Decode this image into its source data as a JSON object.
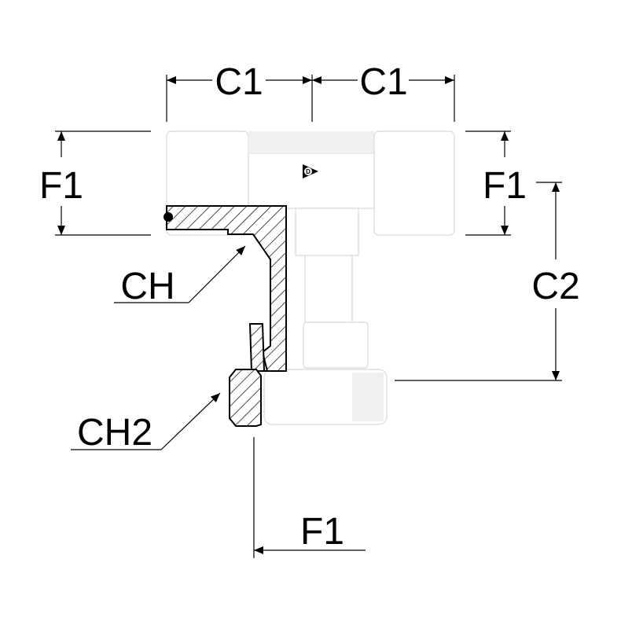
{
  "labels": {
    "c1_left": "C1",
    "c1_right": "C1",
    "f1_left": "F1",
    "f1_right": "F1",
    "c2": "C2",
    "ch": "CH",
    "ch2": "CH2",
    "f1_bottom": "F1"
  },
  "colors": {
    "line": "#000000",
    "part_outline": "#d8d8d8",
    "part_shade": "#f0f0f0",
    "background": "#ffffff"
  },
  "icons": {
    "logo": "dunlop-logo-icon"
  }
}
